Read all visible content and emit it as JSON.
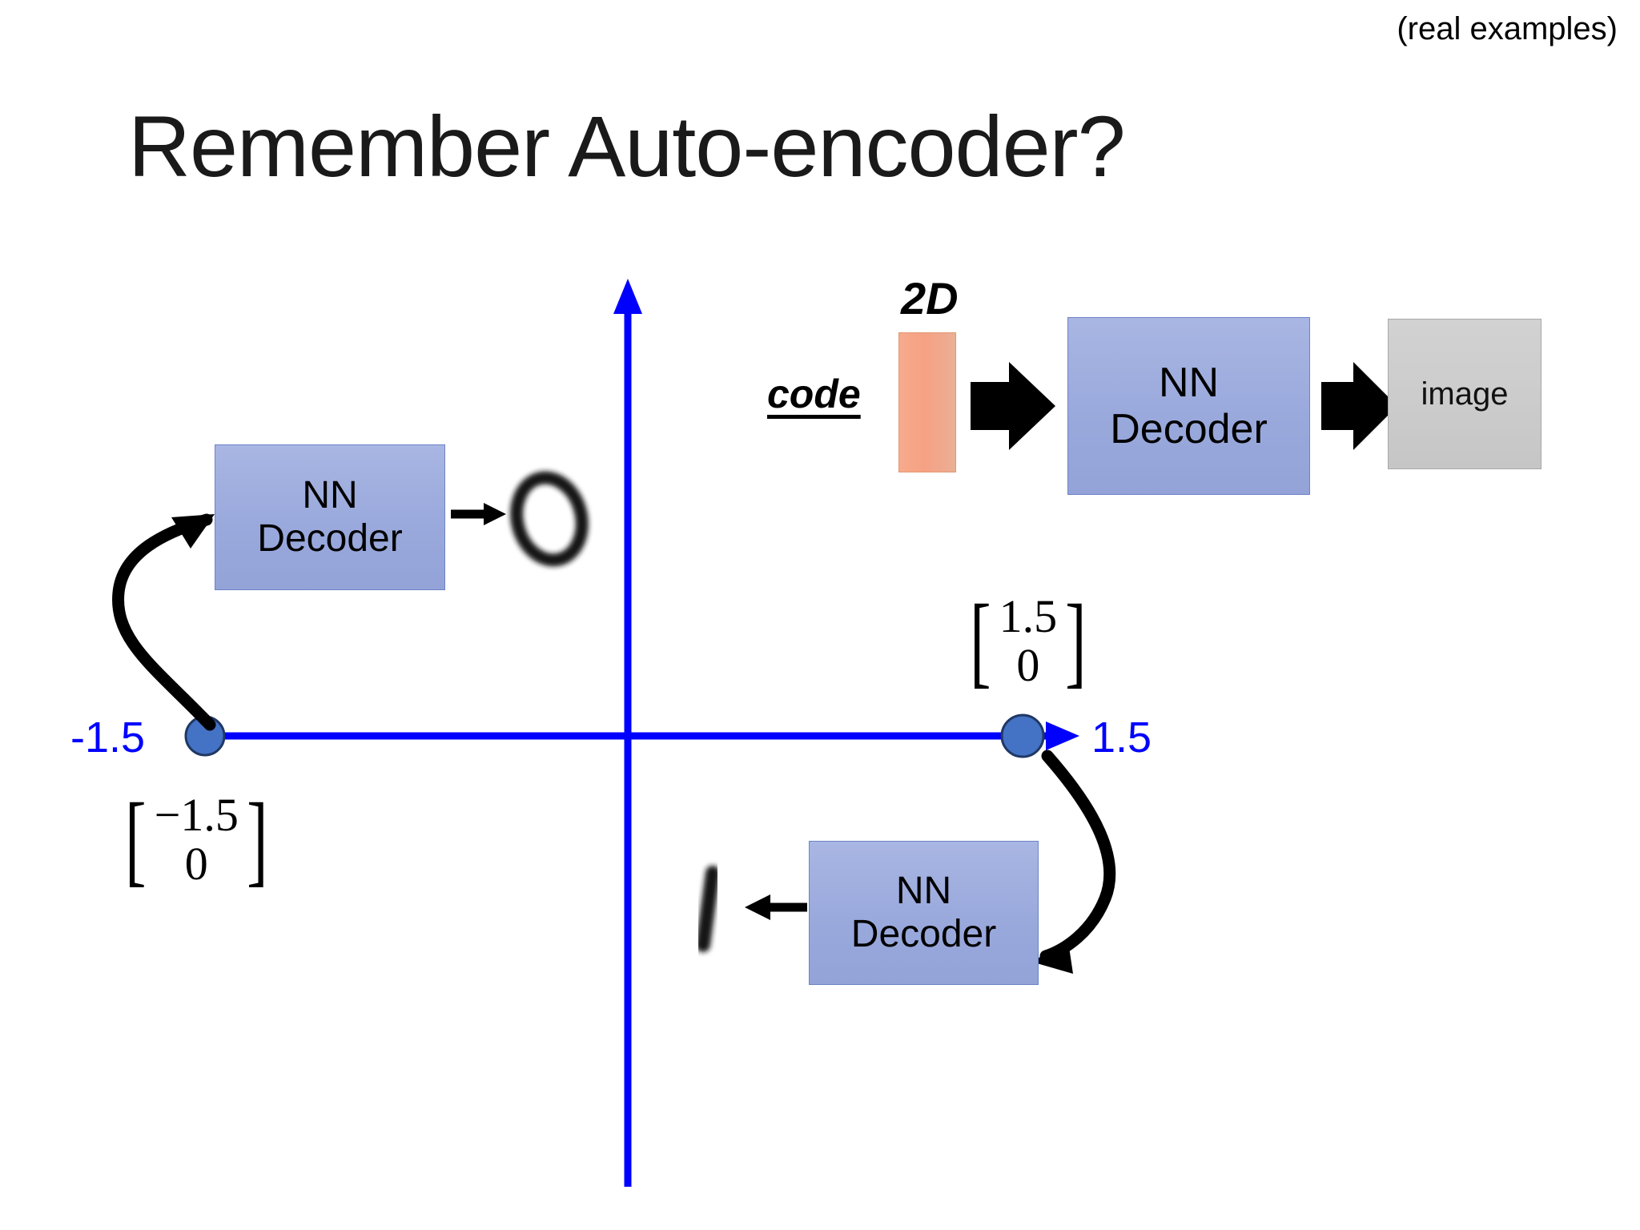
{
  "slide": {
    "title": "Remember Auto-encoder?",
    "corner_note": "(real examples)",
    "background_color": "#ffffff"
  },
  "colors": {
    "axis_blue": "#0000ff",
    "point_blue": "#4472c4",
    "point_border": "#1f3864",
    "box_fill": "#9fabdd",
    "box_border": "#6d84c7",
    "code_bar_fill": "#f4a584",
    "code_bar_border": "#e2976f",
    "image_box_fill": "#cccccc",
    "image_box_border": "#a8a8a8",
    "arrow_black": "#000000",
    "title_color": "#1a1a1a"
  },
  "top_flow": {
    "dimension_label": "2D",
    "code_label": "code",
    "decoder_label_line1": "NN",
    "decoder_label_line2": "Decoder",
    "output_label": "image",
    "arrow1_name": "block-arrow-right",
    "arrow2_name": "block-arrow-right"
  },
  "plot": {
    "x_axis_name": "horizontal-axis",
    "y_axis_name": "vertical-axis",
    "ticks": [
      {
        "label": "-1.5",
        "value": -1.5,
        "side": "left"
      },
      {
        "label": "1.5",
        "value": 1.5,
        "side": "right"
      }
    ],
    "points": [
      {
        "name": "code-point-negative",
        "x": -1.5,
        "y": 0
      },
      {
        "name": "code-point-positive",
        "x": 1.5,
        "y": 0
      }
    ]
  },
  "left_example": {
    "vector_top": "−1.5",
    "vector_bottom": "0",
    "decoder_line1": "NN",
    "decoder_line2": "Decoder",
    "generated_digit": "0",
    "arrow_curve_name": "curved-arrow-up",
    "arrow_straight_name": "arrow-right"
  },
  "right_example": {
    "vector_top": "1.5",
    "vector_bottom": "0",
    "decoder_line1": "NN",
    "decoder_line2": "Decoder",
    "generated_digit": "1",
    "arrow_curve_name": "curved-arrow-down",
    "arrow_straight_name": "arrow-left"
  }
}
